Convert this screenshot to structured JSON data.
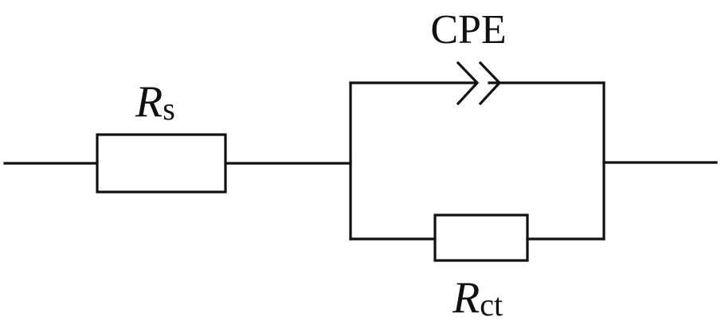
{
  "diagram": {
    "labels": {
      "rs_main": "R",
      "rs_sub": "s",
      "cpe": "CPE",
      "rct_main": "R",
      "rct_sub": "ct"
    },
    "colors": {
      "line": "#111111",
      "background": "#ffffff"
    }
  }
}
